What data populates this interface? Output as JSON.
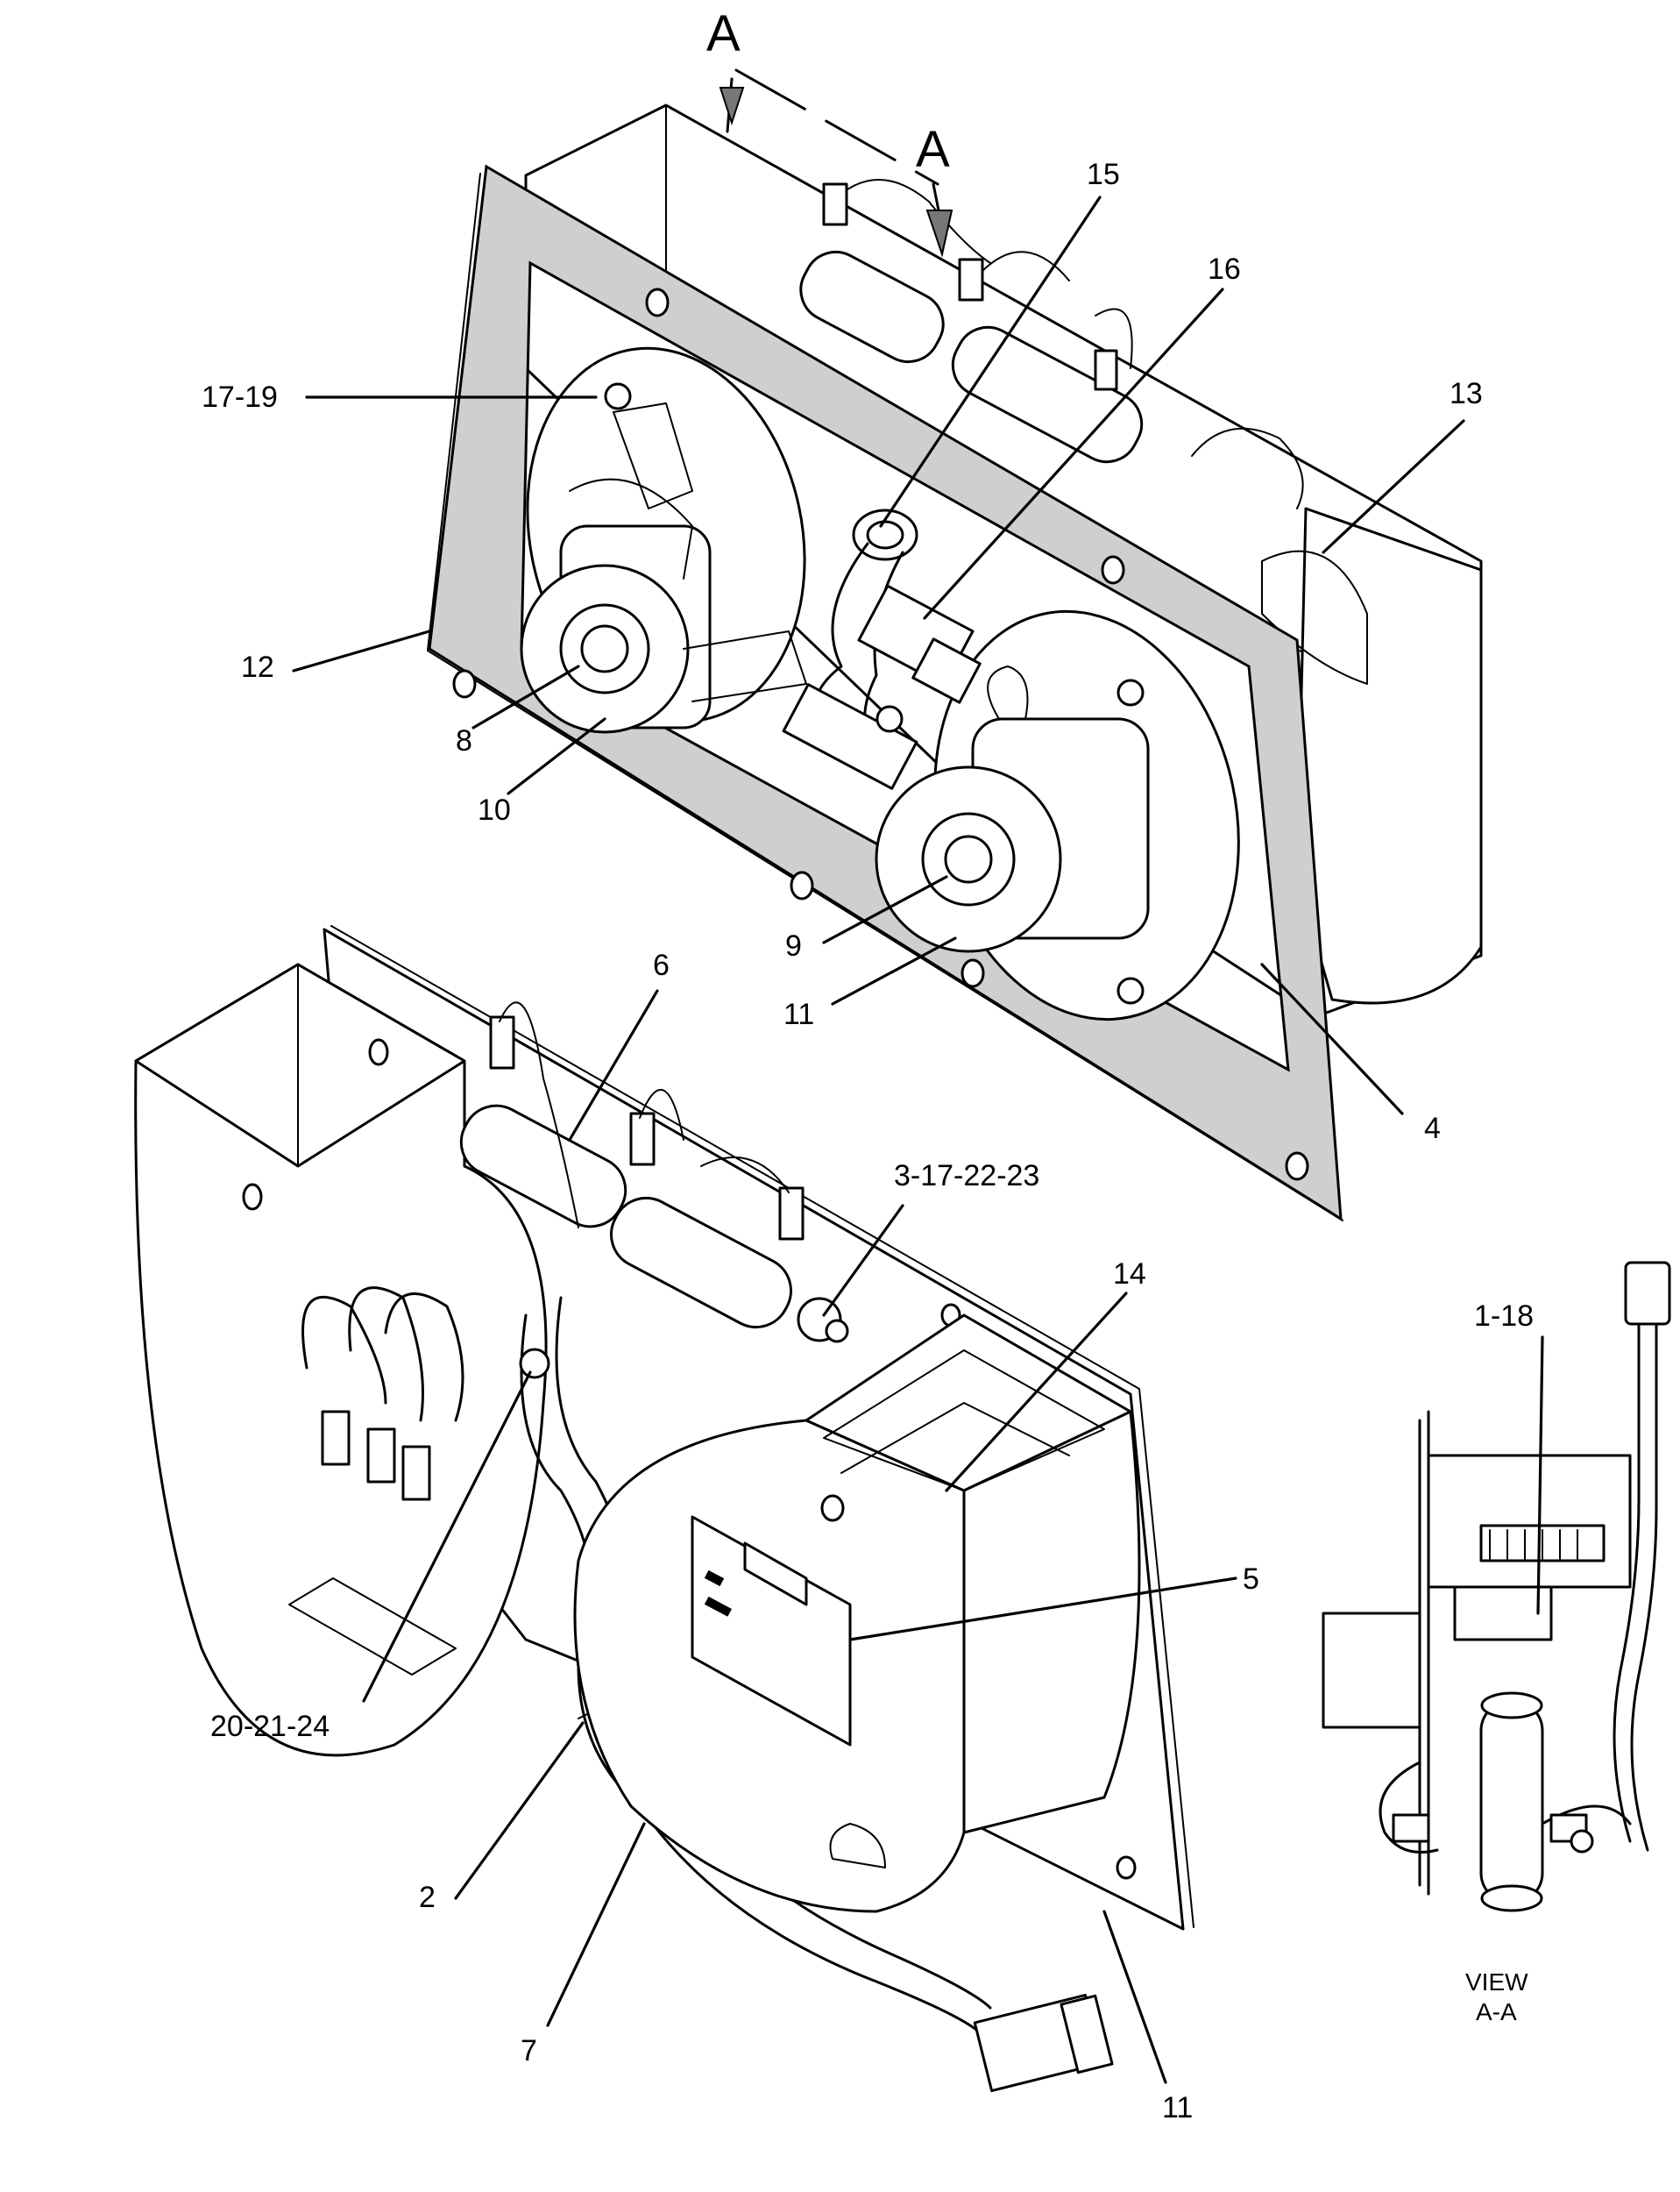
{
  "section_markers": [
    "A",
    "A"
  ],
  "callouts": {
    "c15": "15",
    "c16": "16",
    "c13": "13",
    "c17_19": "17-19",
    "c12": "12",
    "c8": "8",
    "c10": "10",
    "c9": "9",
    "c11_top": "11",
    "c4": "4",
    "c6": "6",
    "c3_17_22_23": "3-17-22-23",
    "c14": "14",
    "c1_18": "1-18",
    "c5": "5",
    "c20_21_24": "20-21-24",
    "c2": "2",
    "c7": "7",
    "c11_bottom": "11"
  },
  "view": {
    "line1": "VIEW",
    "line2": "A-A"
  }
}
